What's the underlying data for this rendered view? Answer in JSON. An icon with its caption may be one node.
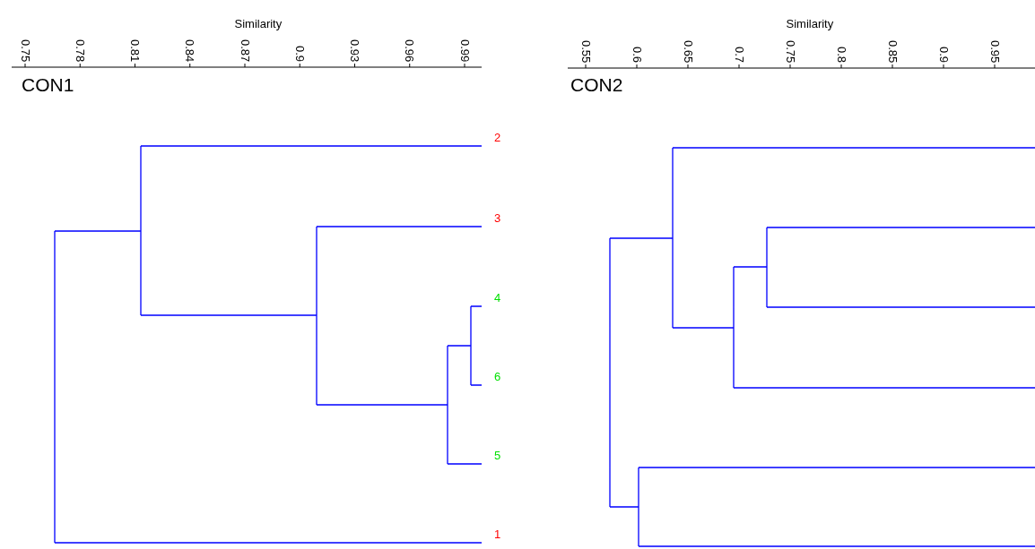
{
  "diagram": {
    "labels": [
      "Similarity",
      "0.75",
      "0.78",
      "0.81",
      "0.84",
      "0.87",
      "0.9",
      "0.93",
      "0.96",
      "0.99",
      "CON1",
      "2",
      "3",
      "4",
      "6",
      "5",
      "1",
      "Similarity",
      "0.55",
      "0.6",
      "0.65",
      "0.7",
      "0.75",
      "0.8",
      "0.85",
      "0.9",
      "0.95",
      "CON2"
    ]
  }
}
